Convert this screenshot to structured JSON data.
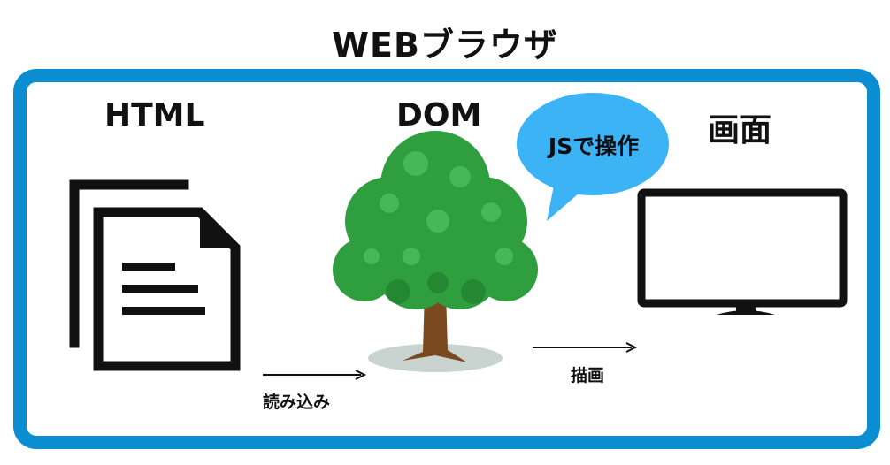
{
  "title": "WEBブラウザ",
  "labels": {
    "html": "HTML",
    "dom": "DOM",
    "screen": "画面",
    "read": "読み込み",
    "draw": "描画",
    "bubble": "JSで操作"
  },
  "colors": {
    "frame": "#0a8ed1",
    "bubble": "#3bb3f5",
    "tree_leaf": "#2e9e3e",
    "tree_trunk": "#7a4a1e",
    "shadow": "#c9d3cf",
    "ink": "#111111"
  },
  "icons": [
    "document-icon",
    "tree-icon",
    "monitor-icon",
    "arrow-right-icon",
    "speech-bubble-icon"
  ]
}
